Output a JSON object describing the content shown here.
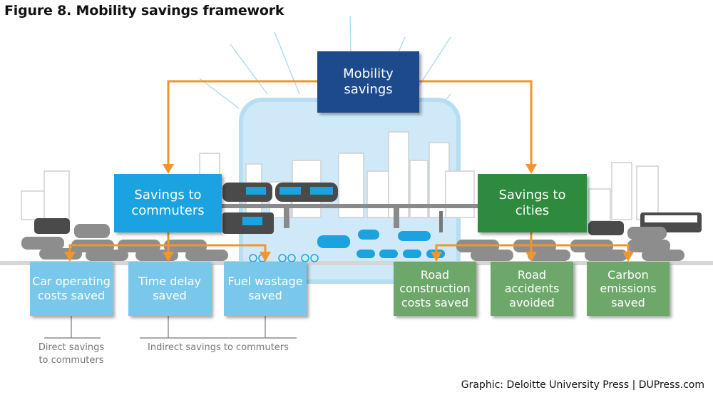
{
  "figure": {
    "title": "Figure 8.  Mobility savings framework",
    "credit": "Graphic: Deloitte University Press  |  DUPress.com"
  },
  "nodes": {
    "root": {
      "line1": "Mobility",
      "line2": "savings",
      "color": "#1c4a8a"
    },
    "commuters": {
      "line1": "Savings to",
      "line2": "commuters",
      "color": "#1ba3e1"
    },
    "cities": {
      "line1": "Savings to",
      "line2": "cities",
      "color": "#2e8b3e"
    },
    "commuter_leaves": [
      {
        "line1": "Car operating",
        "line2": "costs saved"
      },
      {
        "line1": "Time delay",
        "line2": "saved"
      },
      {
        "line1": "Fuel wastage",
        "line2": "saved"
      }
    ],
    "city_leaves": [
      {
        "line1": "Road",
        "line2": "construction",
        "line3": "costs saved"
      },
      {
        "line1": "Road",
        "line2": "accidents",
        "line3": "avoided"
      },
      {
        "line1": "Carbon",
        "line2": "emissions",
        "line3": "saved"
      }
    ]
  },
  "annotations": {
    "direct": {
      "line1": "Direct savings",
      "line2": "to commuters"
    },
    "indirect": "Indirect savings to commuters"
  },
  "colors": {
    "connector": "#f0962a",
    "leaf_blue": "#79c8ec",
    "leaf_green": "#6da86a",
    "sky": "#cfe9f8"
  }
}
